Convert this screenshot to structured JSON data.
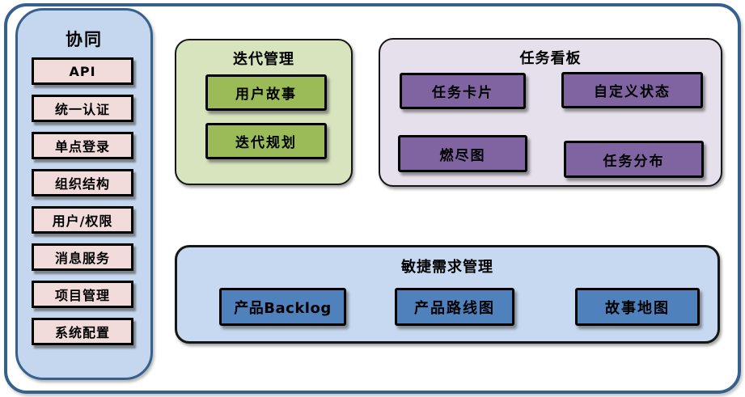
{
  "diagram": {
    "sidebar": {
      "title": "协同",
      "items": [
        "API",
        "统一认证",
        "单点登录",
        "组织结构",
        "用户/权限",
        "消息服务",
        "项目管理",
        "系统配置"
      ]
    },
    "groups": {
      "iteration": {
        "title": "迭代管理",
        "items": [
          "用户故事",
          "迭代规划"
        ]
      },
      "kanban": {
        "title": "任务看板",
        "items": [
          "任务卡片",
          "自定义状态",
          "燃尽图",
          "任务分布"
        ]
      },
      "requirements": {
        "title": "敏捷需求管理",
        "items": [
          "产品Backlog",
          "产品路线图",
          "故事地图"
        ]
      }
    },
    "colors": {
      "frame_border": "#36618F",
      "sidebar_fill": "#C5D7EF",
      "sidebar_item_fill": "#F2DCDB",
      "iteration_fill": "#D7E4BD",
      "iteration_item_fill": "#9BBB59",
      "kanban_fill": "#E6E0EC",
      "kanban_item_fill": "#8064A2",
      "requirements_fill": "#C6D9F1",
      "requirements_item_fill": "#4F81BD",
      "node_border": "#000000",
      "text": "#000000"
    }
  }
}
